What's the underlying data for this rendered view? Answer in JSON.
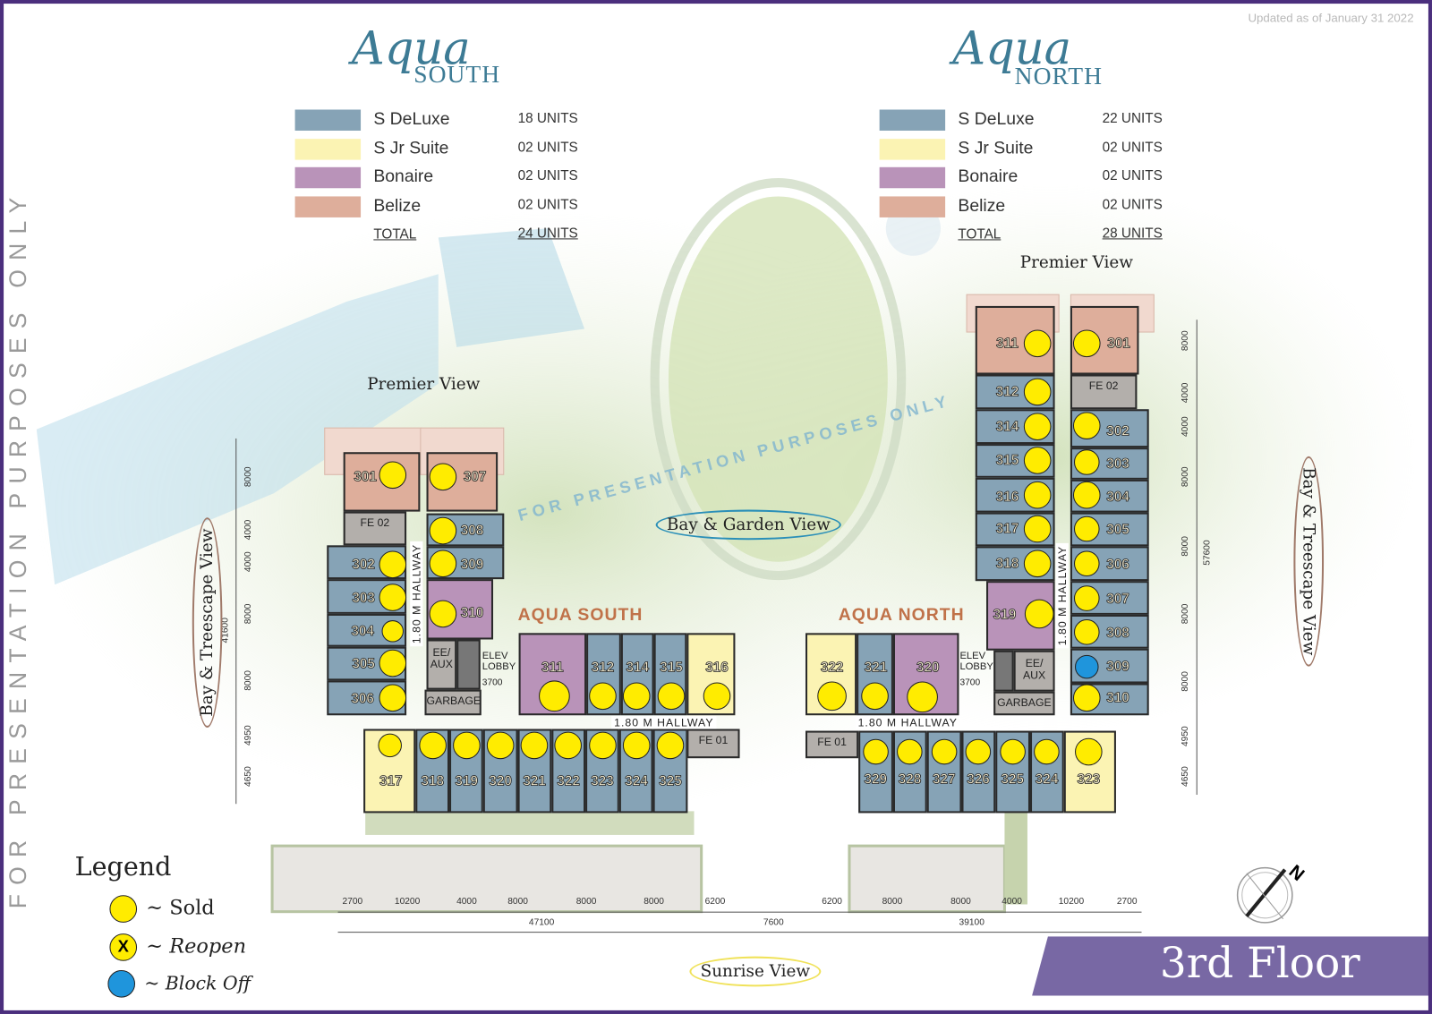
{
  "header": {
    "updated": "Updated as of January 31 2022"
  },
  "watermark": "FOR PRESENTATION PURPOSES ONLY",
  "colors": {
    "deluxe": "#86a3b6",
    "jr_suite": "#fbf3b3",
    "bonaire": "#b993b9",
    "belize": "#deae9b",
    "sold": "#ffec00",
    "block_off": "#1f95dc",
    "frame": "#4b2f7d",
    "banner": "#7868a4"
  },
  "south": {
    "title_main": "Aqua",
    "title_sub": "SOUTH",
    "plan_label": "AQUA SOUTH",
    "summary": [
      {
        "type": "deluxe",
        "name": "S DeLuxe",
        "units": "18 UNITS"
      },
      {
        "type": "jr_suite",
        "name": "S Jr Suite",
        "units": "02 UNITS"
      },
      {
        "type": "bonaire",
        "name": "Bonaire",
        "units": "02 UNITS"
      },
      {
        "type": "belize",
        "name": "Belize",
        "units": "02 UNITS"
      }
    ],
    "total_label": "TOTAL",
    "total": "24 UNITS",
    "units": [
      {
        "no": "301",
        "type": "belize",
        "status": "sold"
      },
      {
        "no": "307",
        "type": "belize",
        "status": "sold"
      },
      {
        "no": "302",
        "type": "deluxe",
        "status": "sold"
      },
      {
        "no": "303",
        "type": "deluxe",
        "status": "sold"
      },
      {
        "no": "304",
        "type": "deluxe",
        "status": "sold"
      },
      {
        "no": "305",
        "type": "deluxe",
        "status": "sold"
      },
      {
        "no": "306",
        "type": "deluxe",
        "status": "sold"
      },
      {
        "no": "308",
        "type": "deluxe",
        "status": "sold"
      },
      {
        "no": "309",
        "type": "deluxe",
        "status": "sold"
      },
      {
        "no": "310",
        "type": "bonaire",
        "status": "sold"
      },
      {
        "no": "311",
        "type": "bonaire",
        "status": "sold"
      },
      {
        "no": "312",
        "type": "deluxe",
        "status": "sold"
      },
      {
        "no": "314",
        "type": "deluxe",
        "status": "sold"
      },
      {
        "no": "315",
        "type": "deluxe",
        "status": "sold"
      },
      {
        "no": "316",
        "type": "jr_suite",
        "status": "sold"
      },
      {
        "no": "317",
        "type": "jr_suite",
        "status": "sold"
      },
      {
        "no": "318",
        "type": "deluxe",
        "status": "sold"
      },
      {
        "no": "319",
        "type": "deluxe",
        "status": "sold"
      },
      {
        "no": "320",
        "type": "deluxe",
        "status": "sold"
      },
      {
        "no": "321",
        "type": "deluxe",
        "status": "sold"
      },
      {
        "no": "322",
        "type": "deluxe",
        "status": "sold"
      },
      {
        "no": "323",
        "type": "deluxe",
        "status": "sold"
      },
      {
        "no": "324",
        "type": "deluxe",
        "status": "sold"
      },
      {
        "no": "325",
        "type": "deluxe",
        "status": "sold"
      }
    ]
  },
  "north": {
    "title_main": "Aqua",
    "title_sub": "NORTH",
    "plan_label": "AQUA NORTH",
    "summary": [
      {
        "type": "deluxe",
        "name": "S DeLuxe",
        "units": "22 UNITS"
      },
      {
        "type": "jr_suite",
        "name": "S Jr Suite",
        "units": "02 UNITS"
      },
      {
        "type": "bonaire",
        "name": "Bonaire",
        "units": "02 UNITS"
      },
      {
        "type": "belize",
        "name": "Belize",
        "units": "02 UNITS"
      }
    ],
    "total_label": "TOTAL",
    "total": "28 UNITS",
    "units": [
      {
        "no": "311",
        "type": "belize",
        "status": "sold"
      },
      {
        "no": "301",
        "type": "belize",
        "status": "sold"
      },
      {
        "no": "312",
        "type": "deluxe",
        "status": "sold"
      },
      {
        "no": "314",
        "type": "deluxe",
        "status": "sold"
      },
      {
        "no": "315",
        "type": "deluxe",
        "status": "sold"
      },
      {
        "no": "316",
        "type": "deluxe",
        "status": "sold"
      },
      {
        "no": "317",
        "type": "deluxe",
        "status": "sold"
      },
      {
        "no": "318",
        "type": "deluxe",
        "status": "sold"
      },
      {
        "no": "319",
        "type": "bonaire",
        "status": "sold"
      },
      {
        "no": "302",
        "type": "deluxe",
        "status": "sold"
      },
      {
        "no": "303",
        "type": "deluxe",
        "status": "sold"
      },
      {
        "no": "304",
        "type": "deluxe",
        "status": "sold"
      },
      {
        "no": "305",
        "type": "deluxe",
        "status": "sold"
      },
      {
        "no": "306",
        "type": "deluxe",
        "status": "sold"
      },
      {
        "no": "307",
        "type": "deluxe",
        "status": "sold"
      },
      {
        "no": "308",
        "type": "deluxe",
        "status": "sold"
      },
      {
        "no": "309",
        "type": "deluxe",
        "status": "block_off"
      },
      {
        "no": "310",
        "type": "deluxe",
        "status": "sold"
      },
      {
        "no": "322",
        "type": "jr_suite",
        "status": "sold"
      },
      {
        "no": "321",
        "type": "deluxe",
        "status": "sold"
      },
      {
        "no": "320",
        "type": "bonaire",
        "status": "sold"
      },
      {
        "no": "329",
        "type": "deluxe",
        "status": "sold"
      },
      {
        "no": "328",
        "type": "deluxe",
        "status": "sold"
      },
      {
        "no": "327",
        "type": "deluxe",
        "status": "sold"
      },
      {
        "no": "326",
        "type": "deluxe",
        "status": "sold"
      },
      {
        "no": "325",
        "type": "deluxe",
        "status": "sold"
      },
      {
        "no": "324",
        "type": "deluxe",
        "status": "sold"
      },
      {
        "no": "323",
        "type": "jr_suite",
        "status": "sold"
      }
    ]
  },
  "rooms": {
    "fe01": "FE 01",
    "fe02": "FE 02",
    "ee_aux": "EE/ AUX",
    "garbage": "GARBAGE",
    "elev_lobby": "ELEV LOBBY",
    "lobby_width": "3700",
    "hallway": "1.80 M HALLWAY"
  },
  "dimensions": {
    "south_left": [
      "8000",
      "4000",
      "4000",
      "8000",
      "8000",
      "4950",
      "4650"
    ],
    "south_total": "41600",
    "north_right": [
      "8000",
      "4000",
      "4000",
      "8000",
      "8000",
      "8000",
      "8000",
      "4950",
      "4650"
    ],
    "north_total": "57600",
    "bottom": [
      "2700",
      "10200",
      "4000",
      "8000",
      "8000",
      "8000",
      "6200",
      "6200",
      "8000",
      "8000",
      "4000",
      "10200",
      "2700"
    ],
    "bottom_totals": [
      "47100",
      "7600",
      "39100"
    ]
  },
  "views": {
    "premier": "Premier View",
    "bay_garden": "Bay & Garden View",
    "bay_treescape": "Bay & Treescape View",
    "sunrise": "Sunrise View"
  },
  "legend": {
    "title": "Legend",
    "sold": "~ Sold",
    "reopen": "~ Reopen",
    "block_off": "~ Block Off",
    "reopen_mark": "X"
  },
  "compass": "N",
  "floor": "3rd Floor"
}
